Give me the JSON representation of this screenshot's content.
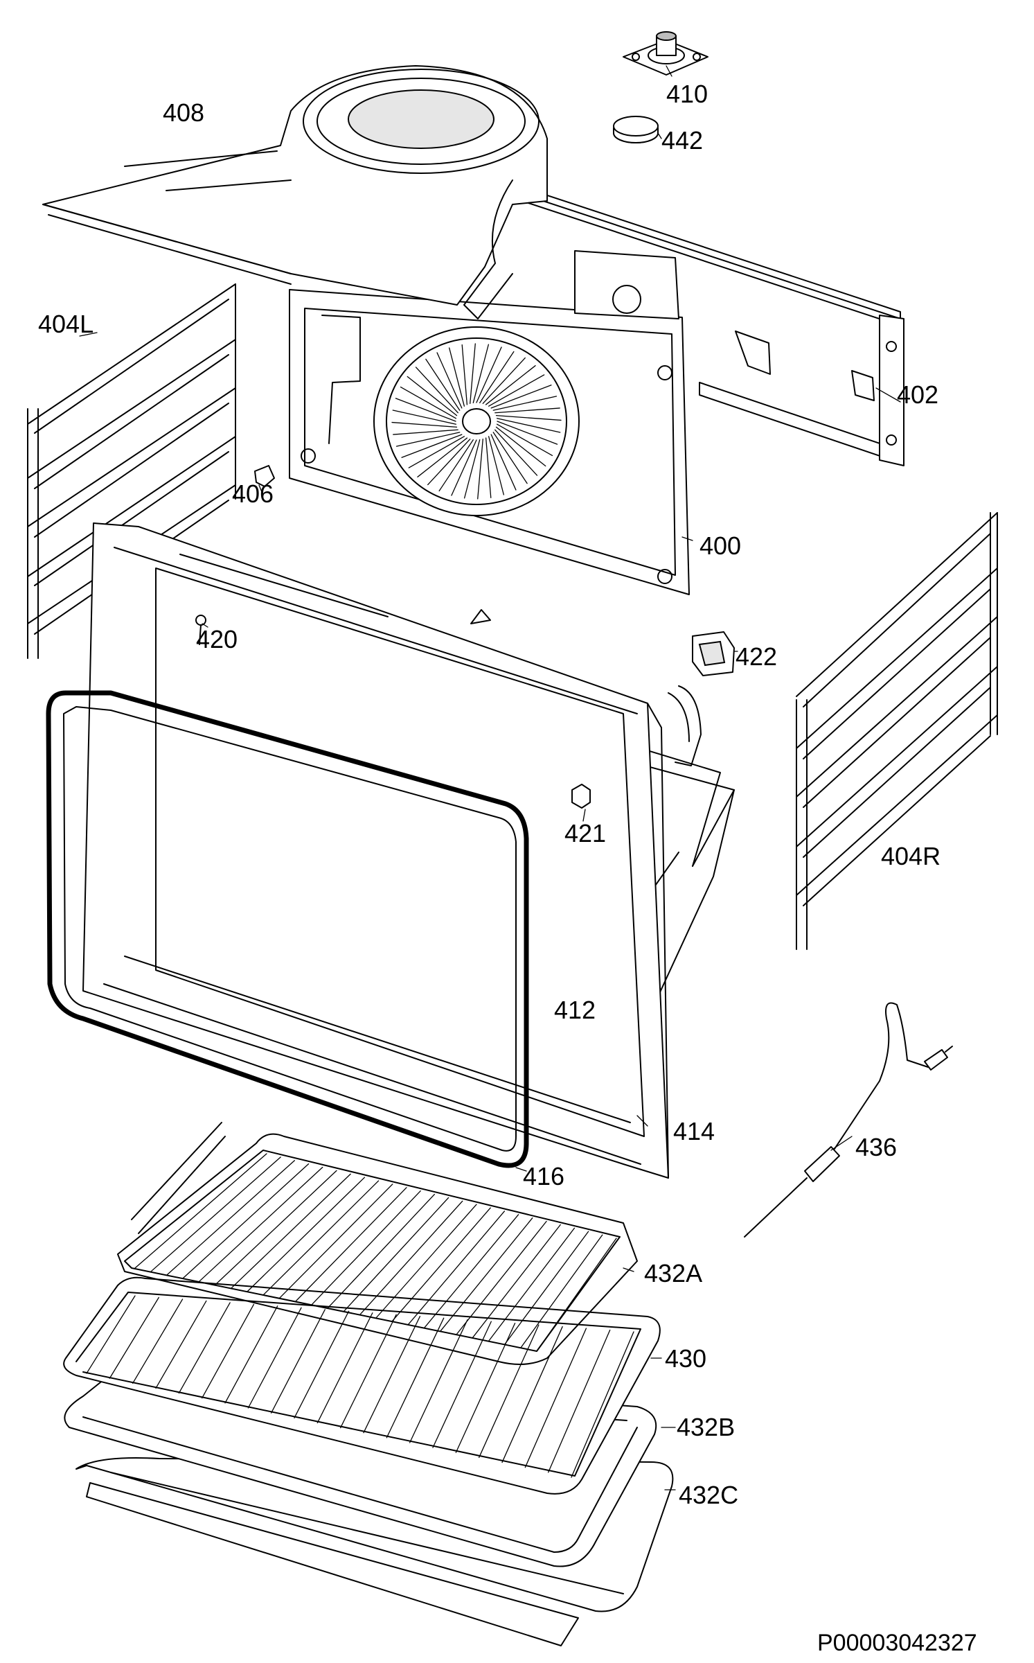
{
  "drawing": {
    "document_id": "P00003042327",
    "parts": [
      {
        "key": "410",
        "label": "410",
        "icon": "fan-motor-mount-icon"
      },
      {
        "key": "442",
        "label": "442",
        "icon": "round-cap-icon"
      },
      {
        "key": "408",
        "label": "408",
        "icon": "fan-cover-icon"
      },
      {
        "key": "404L",
        "label": "404L",
        "icon": "left-shelf-support-icon"
      },
      {
        "key": "402",
        "label": "402",
        "icon": "rear-rail-icon"
      },
      {
        "key": "406",
        "label": "406",
        "icon": "clip-icon"
      },
      {
        "key": "400",
        "label": "400",
        "icon": "rear-panel-icon"
      },
      {
        "key": "420",
        "label": "420",
        "icon": "screw-icon"
      },
      {
        "key": "422",
        "label": "422",
        "icon": "lamp-holder-icon"
      },
      {
        "key": "421",
        "label": "421",
        "icon": "nut-icon"
      },
      {
        "key": "404R",
        "label": "404R",
        "icon": "right-shelf-support-icon"
      },
      {
        "key": "412",
        "label": "412",
        "icon": "oven-cavity-icon"
      },
      {
        "key": "414",
        "label": "414",
        "icon": "front-frame-icon"
      },
      {
        "key": "436",
        "label": "436",
        "icon": "meat-probe-icon"
      },
      {
        "key": "416",
        "label": "416",
        "icon": "door-gasket-icon"
      },
      {
        "key": "432A",
        "label": "432A",
        "icon": "wire-grid-icon"
      },
      {
        "key": "430",
        "label": "430",
        "icon": "grill-grid-icon"
      },
      {
        "key": "432B",
        "label": "432B",
        "icon": "baking-tray-icon"
      },
      {
        "key": "432C",
        "label": "432C",
        "icon": "deep-tray-icon"
      }
    ]
  }
}
